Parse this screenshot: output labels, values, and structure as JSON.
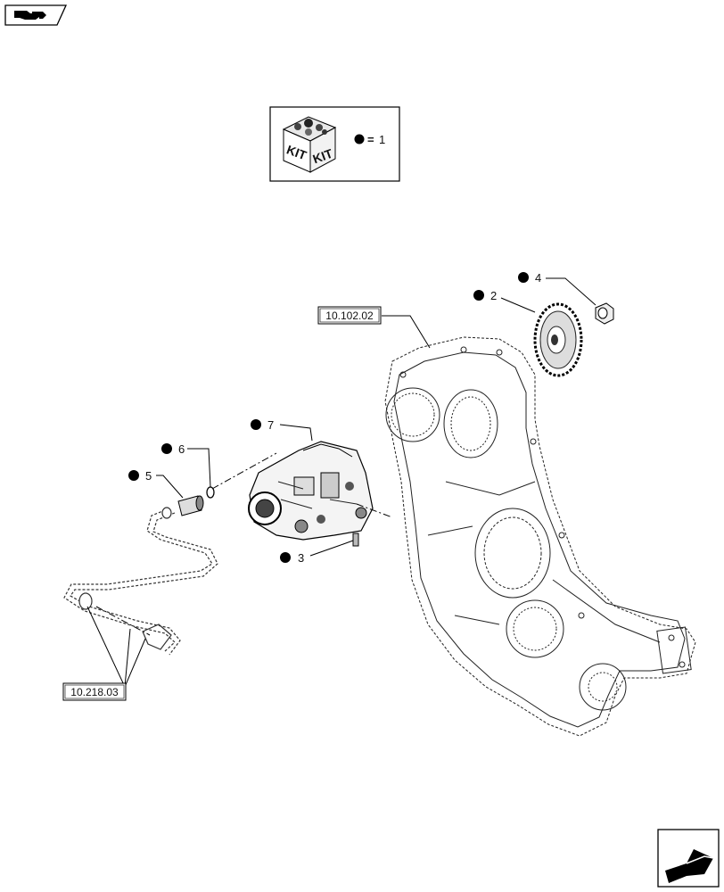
{
  "legend": {
    "kit_word_left": "KIT",
    "kit_word_right": "KIT",
    "equals": "=",
    "kit_number": "1"
  },
  "references": {
    "crankcase_ref": "10.102.02",
    "pipe_ref": "10.218.03"
  },
  "callouts": [
    "2",
    "3",
    "4",
    "5",
    "6",
    "7"
  ],
  "icons": {
    "top_left": "previous-page-icon",
    "bottom_right": "next-page-icon",
    "legend": "kit-box-icon"
  }
}
